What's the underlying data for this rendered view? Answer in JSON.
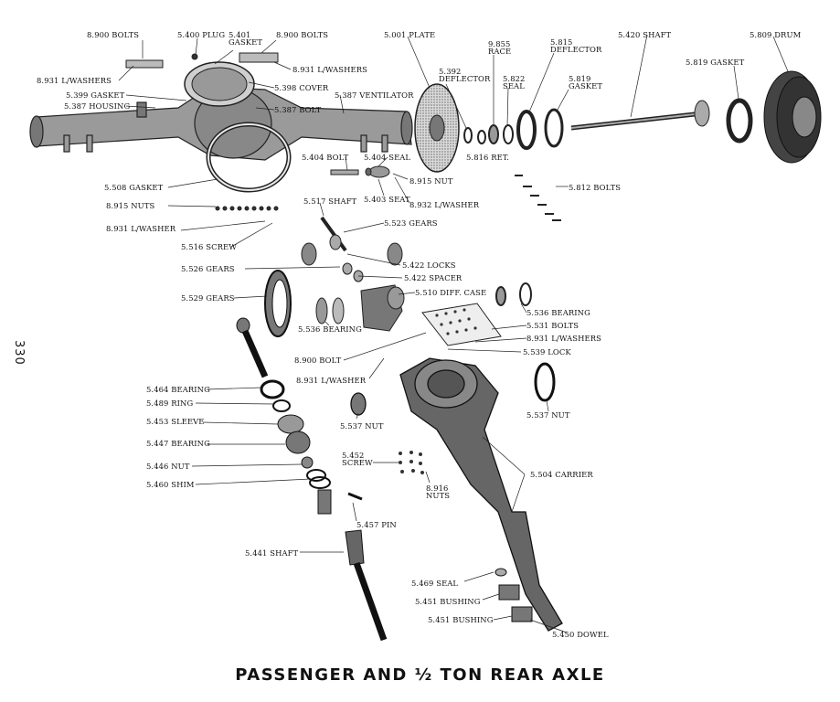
{
  "page_number": "330",
  "caption": "PASSENGER AND ½ TON REAR AXLE",
  "labels": {
    "bolts_8900_top": "8.900 BOLTS",
    "plug_5400": "5.400 PLUG",
    "gasket_5401_num": "5.401",
    "gasket_5401_txt": "GASKET",
    "bolts_8900_right": "8.900 BOLTS",
    "plate_5001": "5.001 PLATE",
    "race_9855_num": "9.855",
    "race_9855_txt": "RACE",
    "deflector_5815_num": "5.815",
    "deflector_5815_txt": "DEFLECTOR",
    "shaft_5420": "5.420 SHAFT",
    "drum_5809": "5.809 DRUM",
    "lwashers_8931_left": "8.931 L/WASHERS",
    "lwashers_8931_right": "8.931 L/WASHERS",
    "deflector_5392_num": "5.392",
    "deflector_5392_txt": "DEFLECTOR",
    "seal_5822_num": "5.822",
    "seal_5822_txt": "SEAL",
    "gasket_5819_a_num": "5.819",
    "gasket_5819_a_txt": "GASKET",
    "gasket_5819_b": "5.819 GASKET",
    "gasket_5399": "5.399 GASKET",
    "housing_5387": "5.387 HOUSING",
    "cover_5398": "5.398 COVER",
    "ventilator_5387": "5.387 VENTILATOR",
    "bolt_5387": "5.387 BOLT",
    "bolt_5404": "5.404 BOLT",
    "seal_5404": "5.404 SEAL",
    "ret_5816": "5.816 RET.",
    "nut_8915": "8.915 NUT",
    "gasket_5508": "5.508 GASKET",
    "seat_5403": "5.403 SEAT",
    "lwasher_8932": "8.932 L/WASHER",
    "bolts_5812": "5.812 BOLTS",
    "nuts_8915": "8.915 NUTS",
    "shaft_5517": "5.517 SHAFT",
    "gears_5523": "5.523 GEARS",
    "lwasher_8931_mid": "8.931 L/WASHER",
    "screw_5516": "5.516 SCREW",
    "locks_5422": "5.422 LOCKS",
    "gears_5526": "5.526 GEARS",
    "spacer_5422": "5.422 SPACER",
    "gears_5529": "5.529 GEARS",
    "diffcase_5510": "5.510 DIFF. CASE",
    "bearing_5536_left": "5.536 BEARING",
    "bearing_5536_right": "5.536 BEARING",
    "bolts_5531": "5.531 BOLTS",
    "lwashers_8931_low": "8.931 L/WASHERS",
    "lock_5539": "5.539 LOCK",
    "bolt_8900": "8.900 BOLT",
    "lwasher_8931_low": "8.931 L/WASHER",
    "bearing_5464": "5.464 BEARING",
    "ring_5489": "5.489 RING",
    "sleeve_5453": "5.453 SLEEVE",
    "nut_5537_left": "5.537 NUT",
    "nut_5537_right": "5.537 NUT",
    "bearing_5447": "5.447 BEARING",
    "screw_5452_num": "5.452",
    "screw_5452_txt": "SCREW",
    "carrier_5504": "5.504 CARRIER",
    "nut_5446": "5.446 NUT",
    "shim_5460": "5.460 SHIM",
    "nuts_8916_num": "8.916",
    "nuts_8916_txt": "NUTS",
    "pin_5457": "5.457 PIN",
    "shaft_5441": "5.441 SHAFT",
    "seal_5469": "5.469 SEAL",
    "bushing_5451_a": "5.451 BUSHING",
    "bushing_5451_b": "5.451 BUSHING",
    "dowel_5450": "5.450 DOWEL"
  }
}
